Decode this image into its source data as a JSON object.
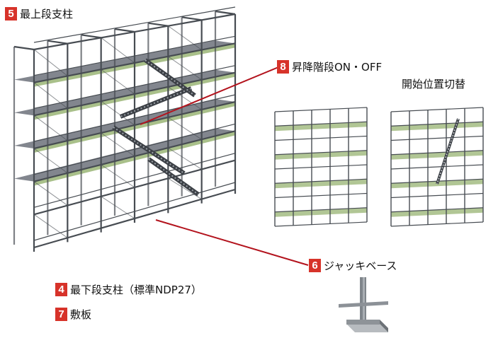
{
  "callouts": [
    {
      "id": "top-post",
      "num": "5",
      "label": "最上段支柱"
    },
    {
      "id": "stair",
      "num": "8",
      "label": "昇降階段ON・OFF",
      "sublabel": "開始位置切替"
    },
    {
      "id": "jack-base",
      "num": "6",
      "label": "ジャッキベース"
    },
    {
      "id": "bottom-post",
      "num": "4",
      "label": "最下段支柱（標準NDP27）"
    },
    {
      "id": "base-plate",
      "num": "7",
      "label": "敷板"
    }
  ],
  "colors": {
    "badge": "#d7332a",
    "leader_line": "#b3131d",
    "frame": "#474c52",
    "plank_green": "#a9c08a",
    "plank_deck": "#6c717a"
  }
}
